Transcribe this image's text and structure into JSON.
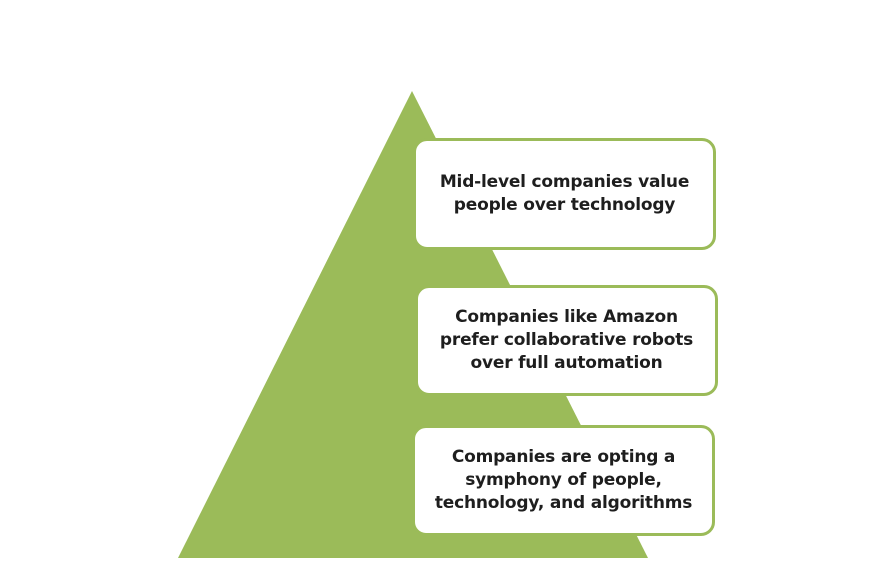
{
  "diagram": {
    "type": "pyramid",
    "colors": {
      "pyramid_fill": "#9bbb59",
      "box_border": "#9bbb59",
      "box_fill": "#ffffff",
      "text": "#1e1e1e"
    },
    "levels": [
      {
        "text": "Mid-level companies value people over technology"
      },
      {
        "text": "Companies like Amazon prefer collaborative robots over full automation"
      },
      {
        "text": "Companies are opting a symphony of people, technology, and algorithms"
      }
    ]
  }
}
